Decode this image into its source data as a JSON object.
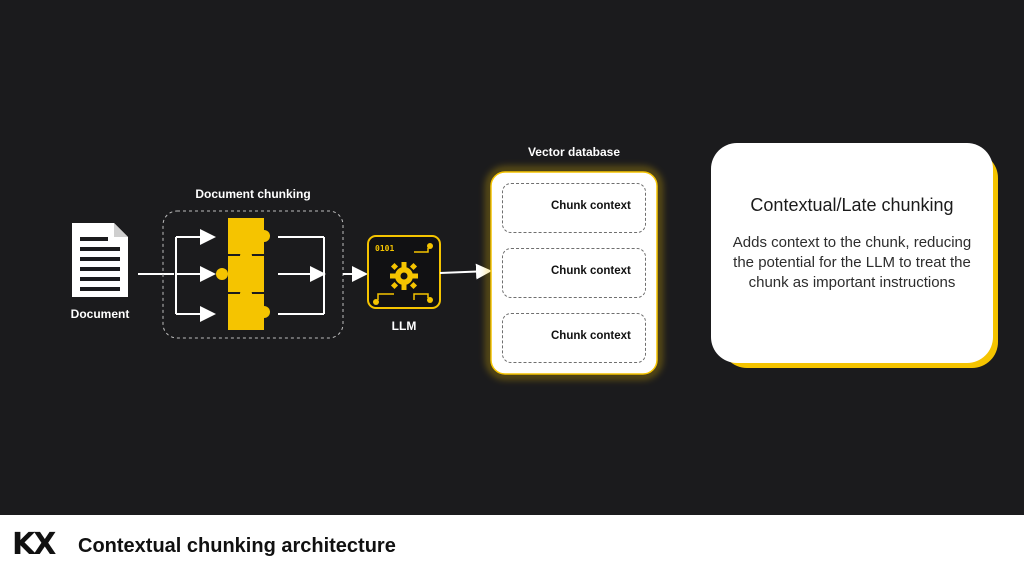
{
  "diagram": {
    "document_label": "Document",
    "chunking_label": "Document chunking",
    "llm_label": "LLM",
    "llm_chip_text": "0101",
    "vector_db_label": "Vector database",
    "chunks": [
      "Chunk context",
      "Chunk context",
      "Chunk context"
    ]
  },
  "info_card": {
    "title": "Contextual/Late chunking",
    "body": "Adds context to the chunk, reducing the potential for the LLM to treat the chunk as important instructions"
  },
  "footer": {
    "logo": "KX",
    "title": "Contextual chunking architecture"
  },
  "colors": {
    "background": "#1b1b1d",
    "accent": "#f5c400",
    "white": "#ffffff"
  },
  "icons": [
    "document-icon",
    "puzzle-icon",
    "gear-icon",
    "arrow-right-icon"
  ]
}
